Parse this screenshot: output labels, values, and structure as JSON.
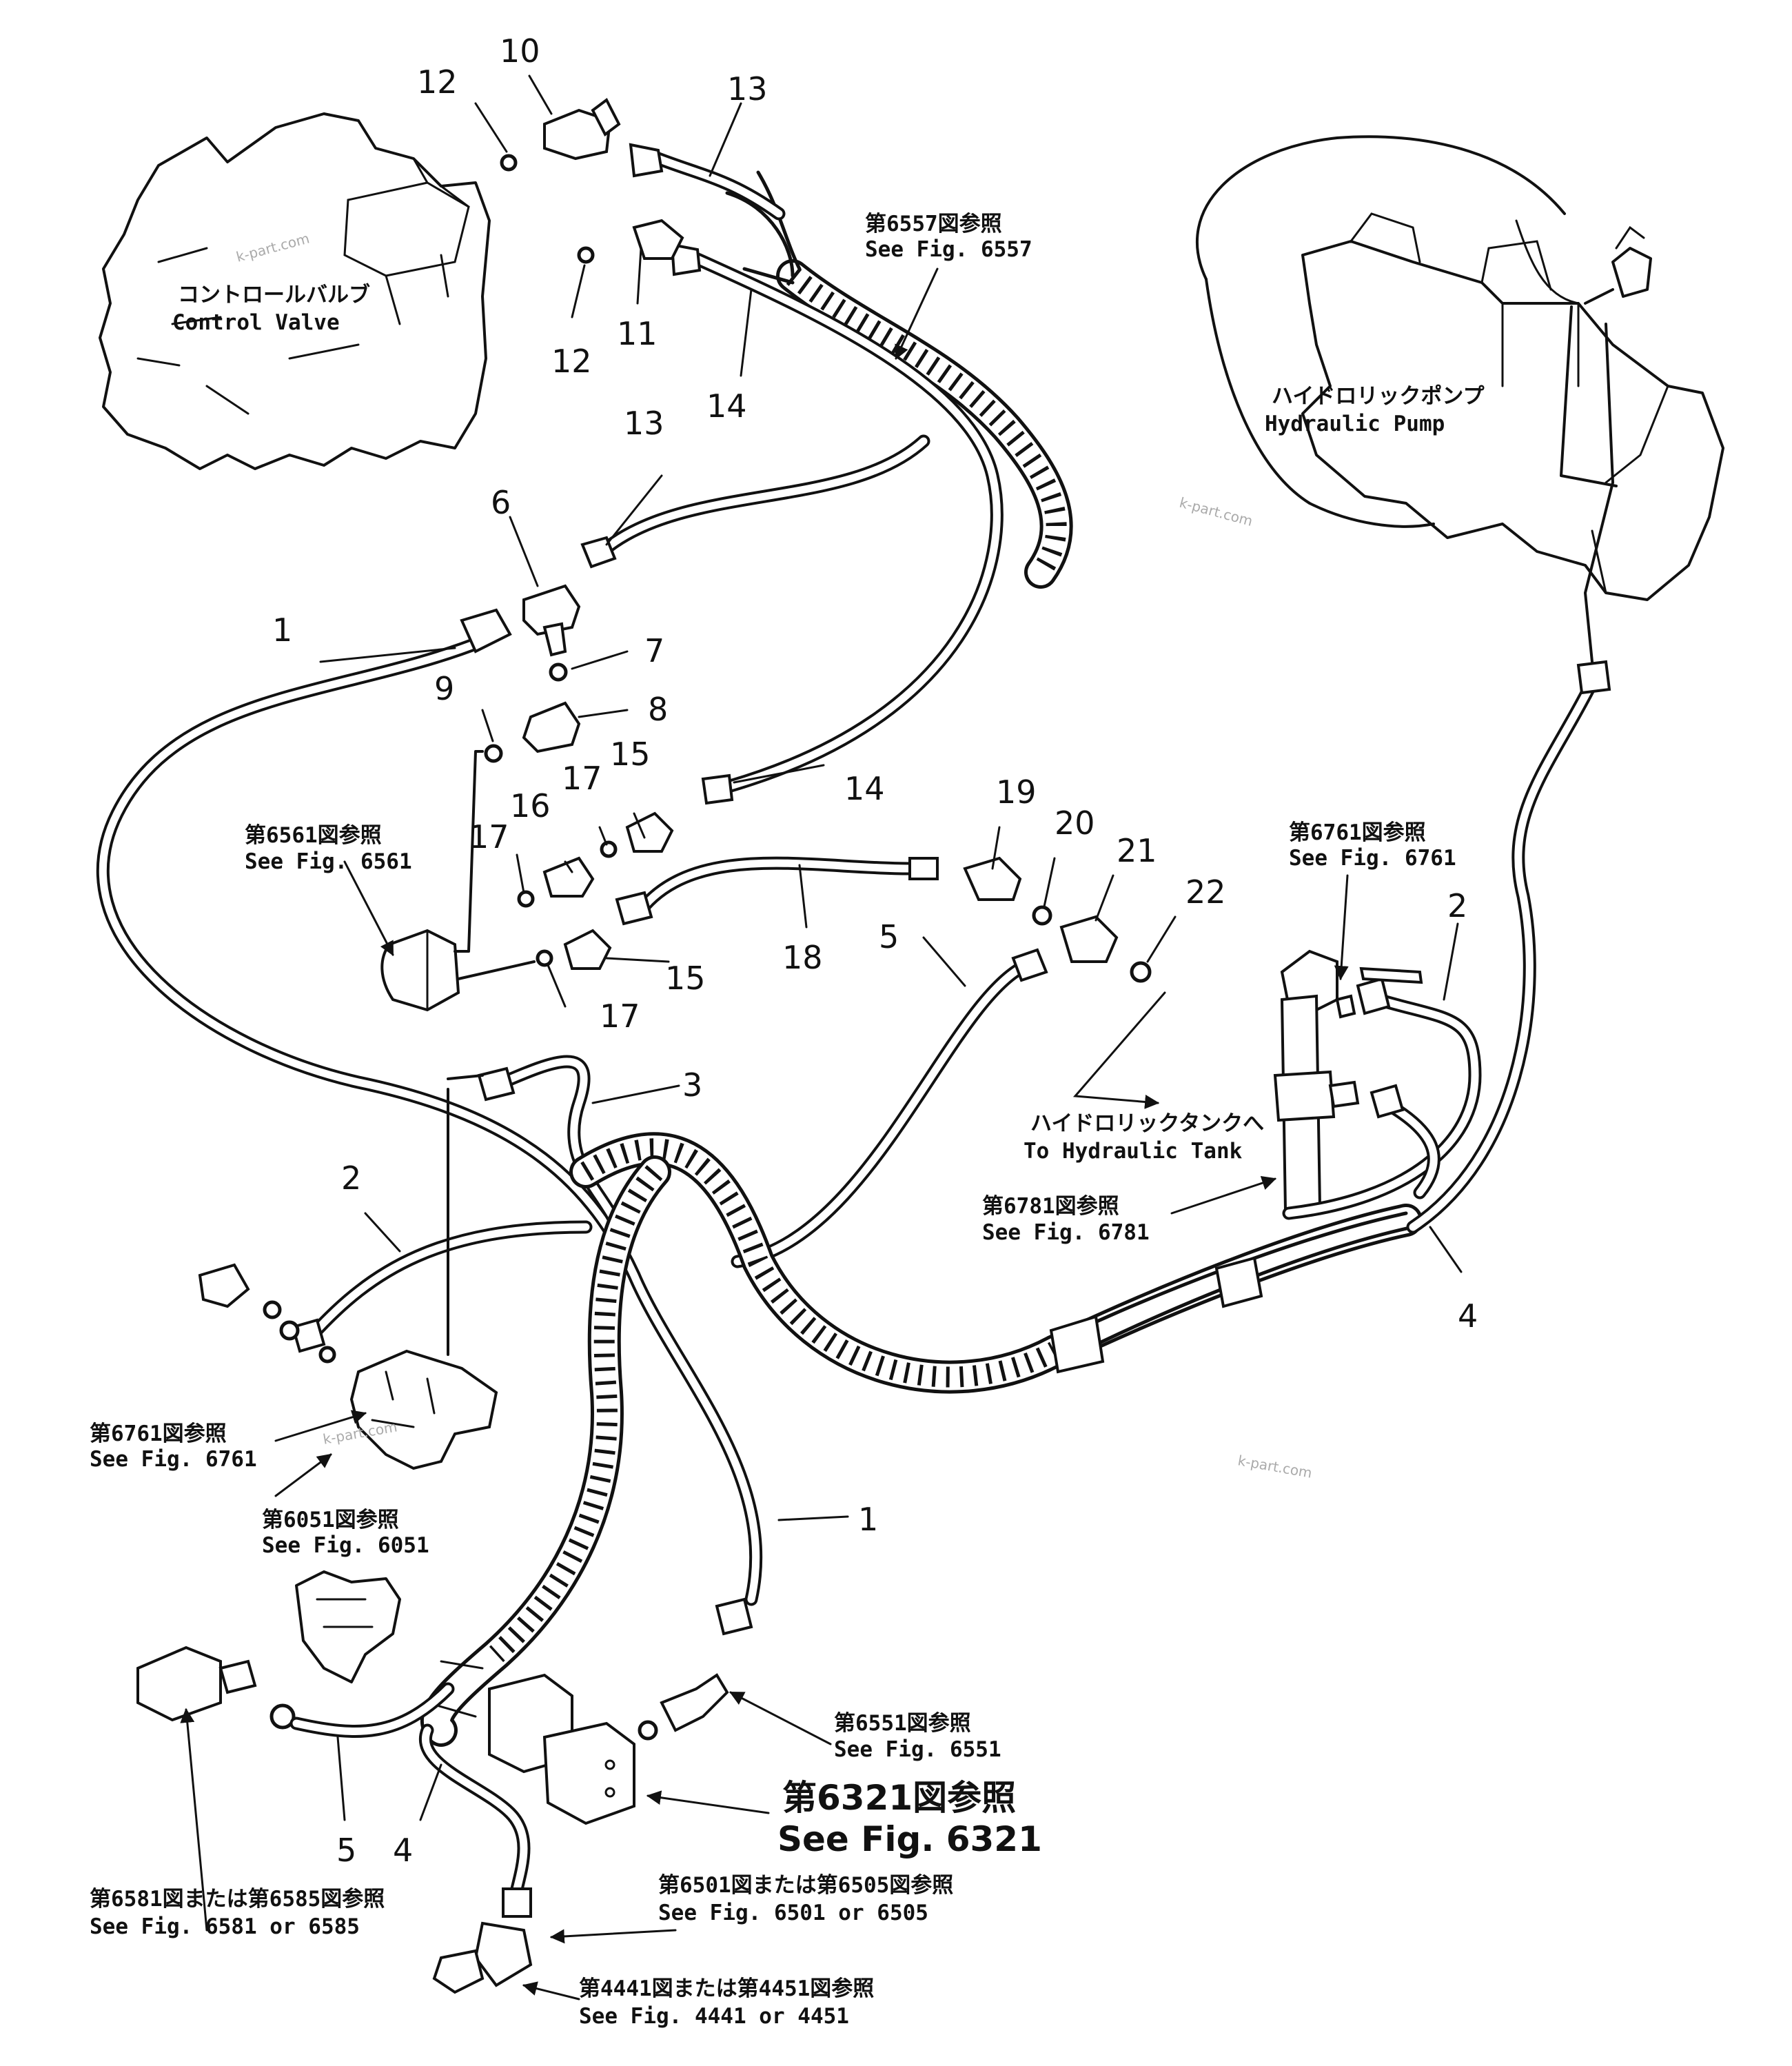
{
  "diagram": {
    "callouts": {
      "c10": "10",
      "c12a": "12",
      "c13a": "13",
      "c12b": "12",
      "c11": "11",
      "c14a": "14",
      "c13b": "13",
      "c6": "6",
      "c1a": "1",
      "c7": "7",
      "c9": "9",
      "c8": "8",
      "c14b": "14",
      "c15a": "15",
      "c17a": "17",
      "c16": "16",
      "c17b": "17",
      "c15b": "15",
      "c17c": "17",
      "c19": "19",
      "c20": "20",
      "c21": "21",
      "c22": "22",
      "c18": "18",
      "c5a": "5",
      "c3": "3",
      "c2a": "2",
      "c2b": "2",
      "c4a": "4",
      "c1b": "1",
      "c5b": "5",
      "c4b": "4"
    },
    "labels": {
      "control_valve": {
        "jp": "コントロールバルブ",
        "en": "Control Valve"
      },
      "hydraulic_pump": {
        "jp": "ハイドロリックポンプ",
        "en": "Hydraulic Pump"
      },
      "hydraulic_tank": {
        "jp": "ハイドロリックタンクへ",
        "en": "To Hydraulic Tank"
      },
      "fig6557": {
        "jp": "第6557図参照",
        "en": "See Fig. 6557"
      },
      "fig6561": {
        "jp": "第6561図参照",
        "en": "See Fig. 6561"
      },
      "fig6761a": {
        "jp": "第6761図参照",
        "en": "See Fig. 6761"
      },
      "fig6781": {
        "jp": "第6781図参照",
        "en": "See Fig. 6781"
      },
      "fig6761b": {
        "jp": "第6761図参照",
        "en": "See Fig. 6761"
      },
      "fig6051": {
        "jp": "第6051図参照",
        "en": "See Fig. 6051"
      },
      "fig6551": {
        "jp": "第6551図参照",
        "en": "See Fig. 6551"
      },
      "fig6321": {
        "jp": "第6321図参照",
        "en": "See Fig. 6321"
      },
      "fig6581": {
        "jp": "第6581図または第6585図参照",
        "en": "See Fig. 6581 or 6585"
      },
      "fig6501": {
        "jp": "第6501図または第6505図参照",
        "en": "See Fig. 6501 or 6505"
      },
      "fig4441": {
        "jp": "第4441図または第4451図参照",
        "en": "See Fig. 4441 or 4451"
      }
    },
    "watermarks": [
      "k-part.com",
      "k-part.com",
      "k-part.com",
      "k-part.com"
    ]
  }
}
